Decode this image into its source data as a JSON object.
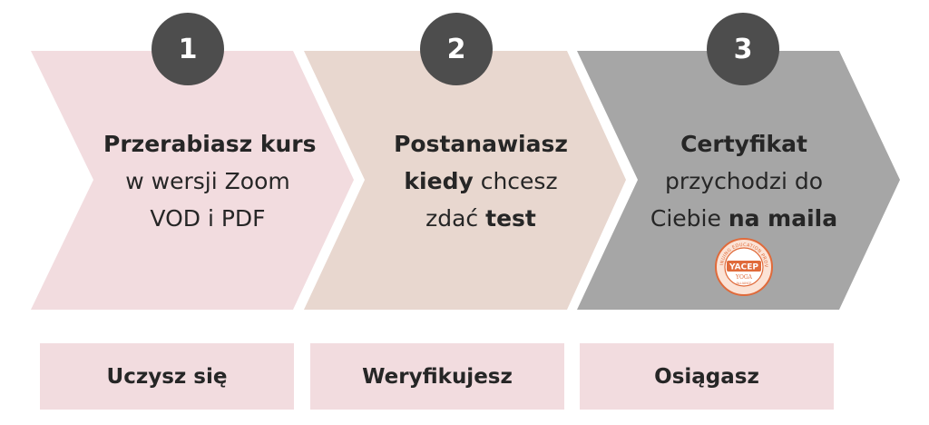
{
  "steps": [
    {
      "number": "1",
      "fill": "#f2dcdf",
      "lines": [
        [
          {
            "text": "Przerabiasz kurs",
            "bold": true
          }
        ],
        [
          {
            "text": "w wersji Zoom",
            "bold": false
          }
        ],
        [
          {
            "text": "VOD i PDF",
            "bold": false
          }
        ]
      ],
      "label": "Uczysz się"
    },
    {
      "number": "2",
      "fill": "#e8d7cf",
      "lines": [
        [
          {
            "text": "Postanawiasz",
            "bold": true
          }
        ],
        [
          {
            "text": "kiedy",
            "bold": true
          },
          {
            "text": " chcesz",
            "bold": false
          }
        ],
        [
          {
            "text": "zdać ",
            "bold": false
          },
          {
            "text": "test",
            "bold": true
          }
        ]
      ],
      "label": "Weryfikujesz"
    },
    {
      "number": "3",
      "fill": "#a6a6a6",
      "lines": [
        [
          {
            "text": "Certyfikat",
            "bold": true
          }
        ],
        [
          {
            "text": "przychodzi do",
            "bold": false
          }
        ],
        [
          {
            "text": "Ciebie ",
            "bold": false
          },
          {
            "text": "na maila",
            "bold": true
          }
        ]
      ],
      "label": "Osiągasz"
    }
  ],
  "seal": {
    "ring_text": "CONTINUING EDUCATION PROVIDER",
    "main_text": "YACEP",
    "sub_text": "YOGA",
    "sub_text2": "ALLIANCE",
    "color": "#e06a3a"
  },
  "colors": {
    "badge": "#4d4d4d",
    "label_box": "#f2dcdf",
    "text": "#262626"
  }
}
